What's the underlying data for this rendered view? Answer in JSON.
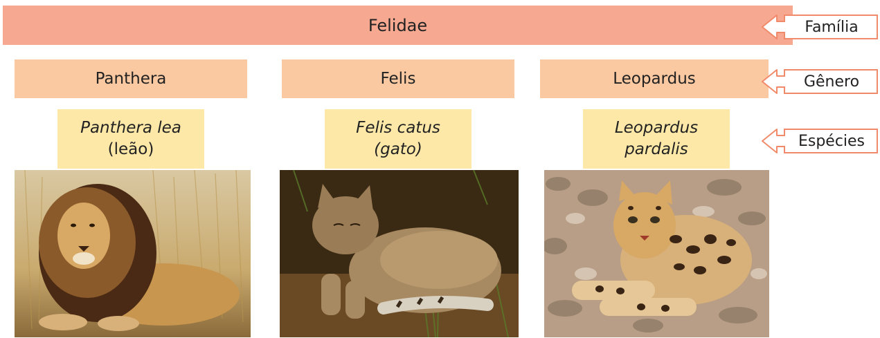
{
  "family": {
    "name": "Felidae"
  },
  "genera": [
    {
      "name": "Panthera"
    },
    {
      "name": "Felis"
    },
    {
      "name": "Leopardus"
    }
  ],
  "species": [
    {
      "line1": "Panthera lea",
      "line2": "(leão)"
    },
    {
      "line1": "Felis catus",
      "line2": "(gato)"
    },
    {
      "line1": "Leopardus",
      "line2": "pardalis"
    }
  ],
  "photos": [
    {
      "icon": "lion-photo"
    },
    {
      "icon": "cat-photo"
    },
    {
      "icon": "ocelot-photo"
    }
  ],
  "rank_labels": {
    "family": "Família",
    "genus": "Gênero",
    "species": "Espécies"
  },
  "colors": {
    "family": "#f6a891",
    "genus": "#fbc9a1",
    "species": "#fde8a8",
    "arrow": "#f08a6a"
  }
}
